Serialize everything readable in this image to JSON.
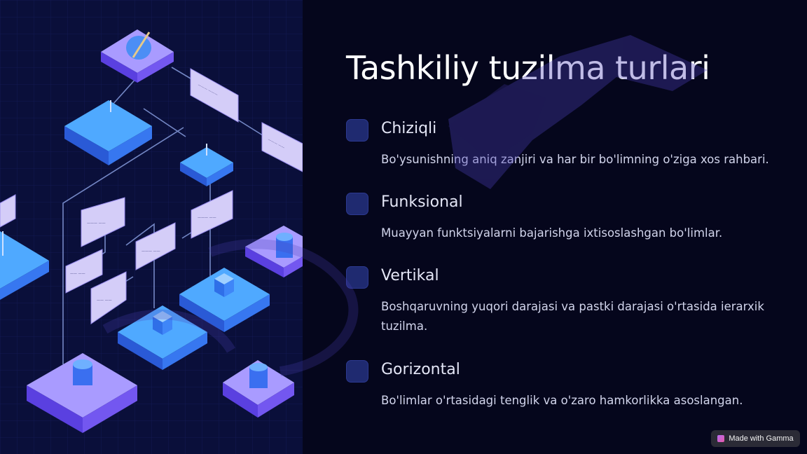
{
  "slide": {
    "title": "Tashkiliy tuzilma turlari",
    "items": [
      {
        "heading": "Chiziqli",
        "text": "Bo'ysunishning aniq zanjiri va har bir bo'limning o'ziga xos rahbari."
      },
      {
        "heading": "Funksional",
        "text": "Muayyan funktsiyalarni bajarishga ixtisoslashgan bo'limlar."
      },
      {
        "heading": "Vertikal",
        "text": "Boshqaruvning yuqori darajasi va pastki darajasi o'rtasida ierarxik tuzilma."
      },
      {
        "heading": "Gorizontal",
        "text": "Bo'limlar o'rtasidagi tenglik va o'zaro hamkorlikka asoslangan."
      }
    ]
  },
  "badge": {
    "label": "Made with Gamma",
    "icon": "gamma-logo-icon"
  },
  "colors": {
    "background": "#05061c",
    "accent_box": "#1f2a70",
    "illustration_bg": "#0a0f3a",
    "platform_blue": "#3f8dfb",
    "platform_purple": "#8e7dfa"
  }
}
